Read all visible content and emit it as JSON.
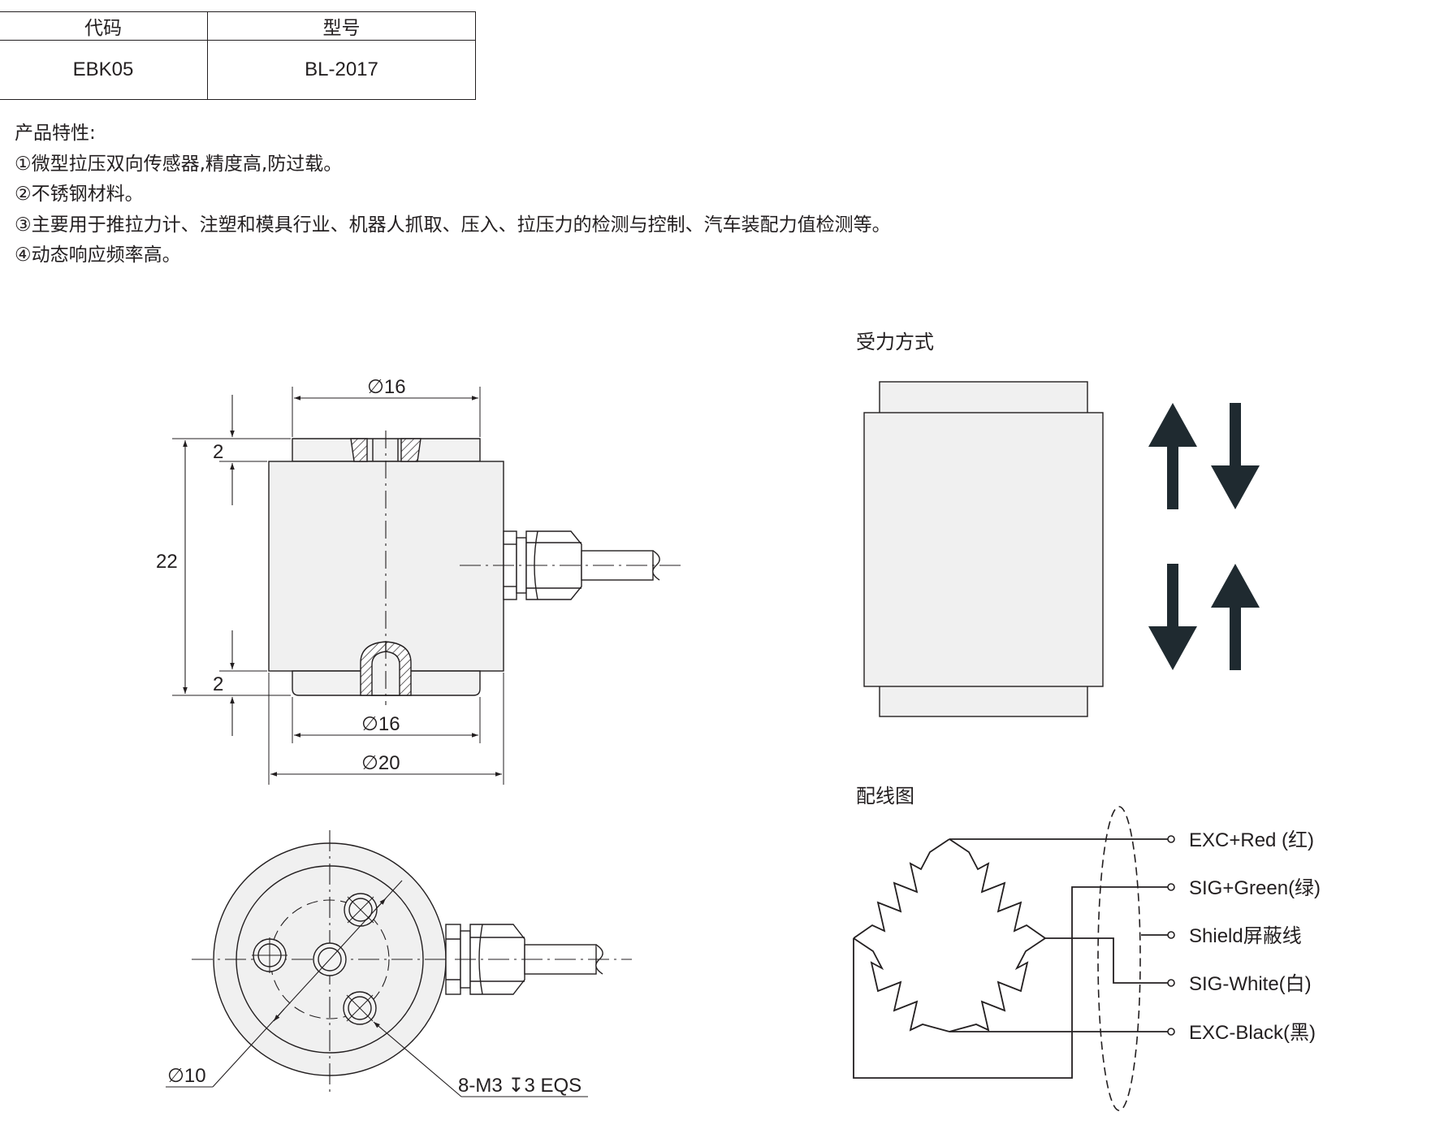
{
  "table": {
    "headers": [
      "代码",
      "型号"
    ],
    "rows": [
      [
        "EBK05",
        "BL-2017"
      ]
    ]
  },
  "features": {
    "title": "产品特性:",
    "items": [
      "①微型拉压双向传感器,精度高,防过载。",
      "②不锈钢材料。",
      "③主要用于推拉力计、注塑和模具行业、机器人抓取、压入、拉压力的检测与控制、汽车装配力值检测等。",
      "④动态响应频率高。"
    ]
  },
  "drawing": {
    "dim_top_dia": "∅16",
    "dim_bottom_dia": "∅16",
    "dim_body_dia": "∅20",
    "dim_height": "22",
    "dim_top_step": "2",
    "dim_bottom_step": "2",
    "dim_pcd": "∅10",
    "dim_thread": "8-M3 ↧3 EQS"
  },
  "force": {
    "title": "受力方式"
  },
  "wiring": {
    "title": "配线图",
    "labels": [
      "EXC+Red (红)",
      "SIG+Green(绿)",
      "Shield屏蔽线",
      "SIG-White(白)",
      "EXC-Black(黑)"
    ]
  },
  "colors": {
    "line": "#231f20",
    "fill_light": "#f0f0f0",
    "arrow": "#1f2a30"
  }
}
